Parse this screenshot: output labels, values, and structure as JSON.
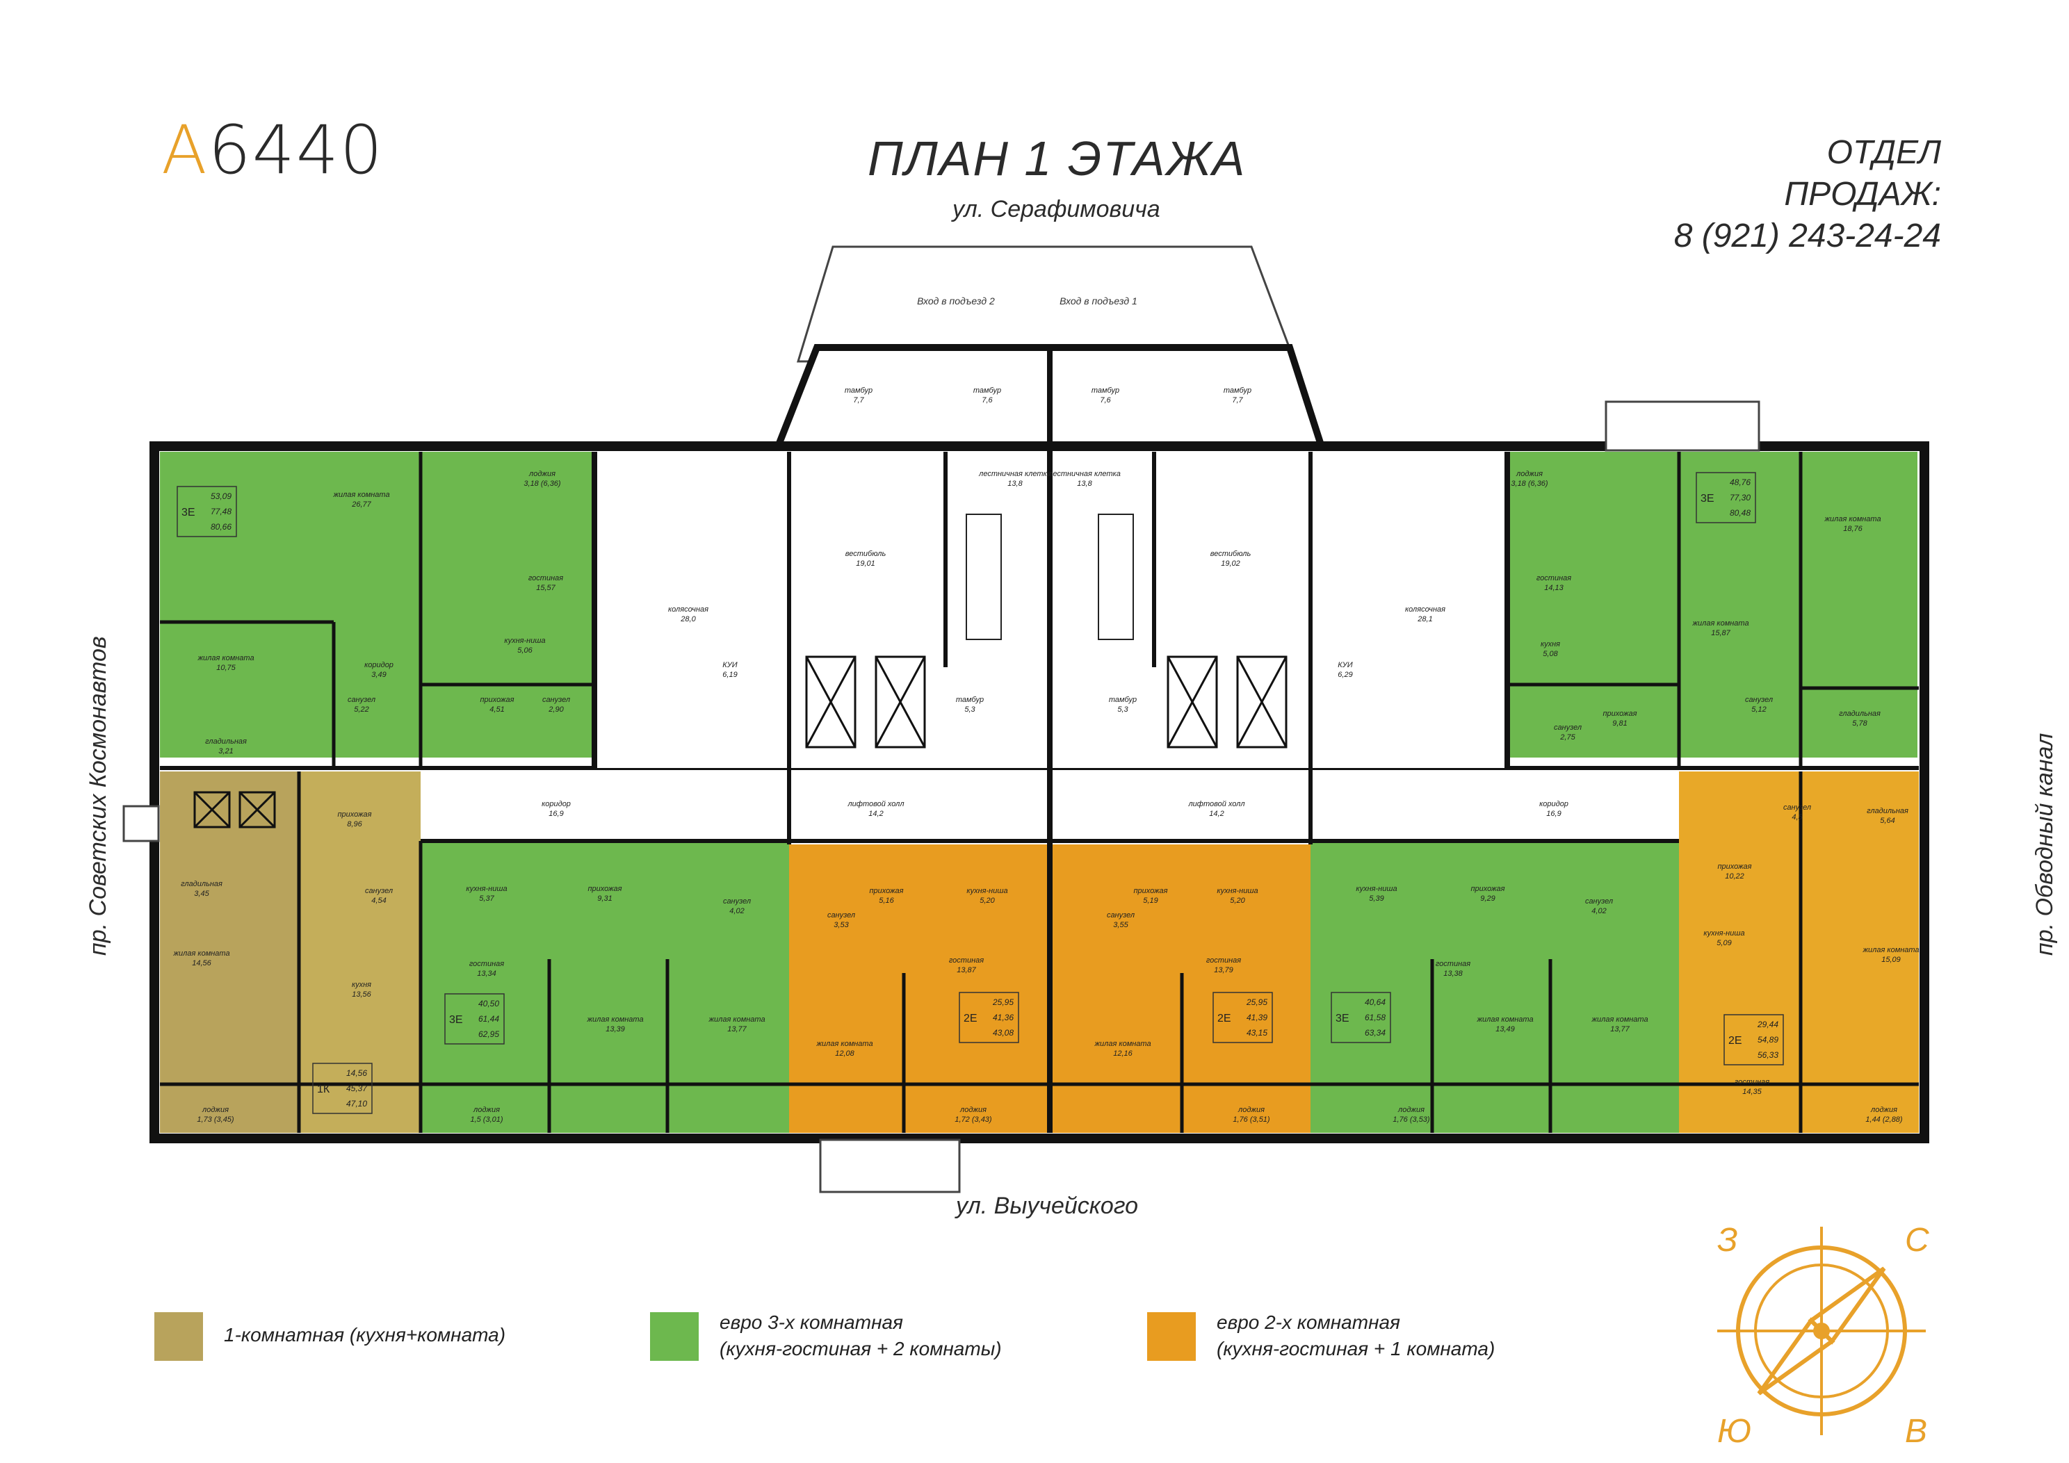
{
  "logo": {
    "letter": "А",
    "number": "6440"
  },
  "title": "ПЛАН 1 ЭТАЖА",
  "sales": {
    "label": "ОТДЕЛ ПРОДАЖ:",
    "phone": "8 (921) 243-24-24"
  },
  "streets": {
    "top": "ул. Серафимовича",
    "bottom": "ул. Выучейского",
    "left": "пр. Советских Космонавтов",
    "right": "пр. Обводный канал"
  },
  "entrances": [
    "Вход в подъезд 2",
    "Вход в подъезд 1"
  ],
  "compass": {
    "n": "С",
    "s": "Ю",
    "w": "З",
    "e": "В"
  },
  "colors": {
    "one_room": "#B8A35C",
    "euro3": "#6DB84E",
    "euro2": "#E89C20",
    "wall": "#111111"
  },
  "legend": [
    {
      "color": "#B8A35C",
      "line1": "1-комнатная (кухня+комната)",
      "line2": ""
    },
    {
      "color": "#6DB84E",
      "line1": "евро 3-х комнатная",
      "line2": "(кухня-гостиная + 2 комнаты)"
    },
    {
      "color": "#E89C20",
      "line1": "евро 2-х комнатная",
      "line2": "(кухня-гостиная + 1 комната)"
    }
  ],
  "rooms": [
    {
      "name": "жилая комната",
      "area": "26,77"
    },
    {
      "name": "лоджия",
      "area": "3,18 (6,36)"
    },
    {
      "name": "гостиная",
      "area": "15,57"
    },
    {
      "name": "кухня-ниша",
      "area": "5,06"
    },
    {
      "name": "жилая комната",
      "area": "10,75"
    },
    {
      "name": "коридор",
      "area": "3,49"
    },
    {
      "name": "санузел",
      "area": "5,22"
    },
    {
      "name": "прихожая",
      "area": "4,51"
    },
    {
      "name": "санузел",
      "area": "2,90"
    },
    {
      "name": "гладильная",
      "area": "3,21"
    },
    {
      "name": "колясочная",
      "area": "28,0"
    },
    {
      "name": "вестибюль",
      "area": "19,01"
    },
    {
      "name": "КУИ",
      "area": "6,19"
    },
    {
      "name": "тамбур",
      "area": "7,7"
    },
    {
      "name": "тамбур",
      "area": "7,6"
    },
    {
      "name": "лестничная клетка",
      "area": "13,8"
    },
    {
      "name": "тамбур",
      "area": "5,3"
    },
    {
      "name": "тамбур",
      "area": "7,6"
    },
    {
      "name": "тамбур",
      "area": "7,7"
    },
    {
      "name": "лестничная клетка",
      "area": "13,8"
    },
    {
      "name": "тамбур",
      "area": "5,3"
    },
    {
      "name": "вестибюль",
      "area": "19,02"
    },
    {
      "name": "КУИ",
      "area": "6,29"
    },
    {
      "name": "колясочная",
      "area": "28,1"
    },
    {
      "name": "лоджия",
      "area": "3,18 (6,36)"
    },
    {
      "name": "гостиная",
      "area": "14,13"
    },
    {
      "name": "кухня",
      "area": "5,08"
    },
    {
      "name": "санузел",
      "area": "2,75"
    },
    {
      "name": "прихожая",
      "area": "9,81"
    },
    {
      "name": "жилая комната",
      "area": "15,87"
    },
    {
      "name": "жилая комната",
      "area": "18,76"
    },
    {
      "name": "санузел",
      "area": "5,12"
    },
    {
      "name": "гладильная",
      "area": "5,78"
    },
    {
      "name": "прихожая",
      "area": "8,96"
    },
    {
      "name": "гладильная",
      "area": "3,45"
    },
    {
      "name": "жилая комната",
      "area": "14,56"
    },
    {
      "name": "санузел",
      "area": "4,54"
    },
    {
      "name": "кухня",
      "area": "13,56"
    },
    {
      "name": "лоджия",
      "area": "1,73 (3,45)"
    },
    {
      "name": "коридор",
      "area": "16,9"
    },
    {
      "name": "кухня-ниша",
      "area": "5,37"
    },
    {
      "name": "прихожая",
      "area": "9,31"
    },
    {
      "name": "санузел",
      "area": "4,02"
    },
    {
      "name": "гостиная",
      "area": "13,34"
    },
    {
      "name": "жилая комната",
      "area": "13,39"
    },
    {
      "name": "жилая комната",
      "area": "13,77"
    },
    {
      "name": "лоджия",
      "area": "1,5 (3,01)"
    },
    {
      "name": "лифтовой холл",
      "area": "14,2"
    },
    {
      "name": "прихожая",
      "area": "5,16"
    },
    {
      "name": "кухня-ниша",
      "area": "5,20"
    },
    {
      "name": "санузел",
      "area": "3,53"
    },
    {
      "name": "гостиная",
      "area": "13,87"
    },
    {
      "name": "жилая комната",
      "area": "12,08"
    },
    {
      "name": "лоджия",
      "area": "1,72 (3,43)"
    },
    {
      "name": "прихожая",
      "area": "5,19"
    },
    {
      "name": "кухня-ниша",
      "area": "5,20"
    },
    {
      "name": "санузел",
      "area": "3,55"
    },
    {
      "name": "гостиная",
      "area": "13,79"
    },
    {
      "name": "жилая комната",
      "area": "12,16"
    },
    {
      "name": "лоджия",
      "area": "1,76 (3,51)"
    },
    {
      "name": "лифтовой холл",
      "area": "14,2"
    },
    {
      "name": "кухня-ниша",
      "area": "5,39"
    },
    {
      "name": "прихожая",
      "area": "9,29"
    },
    {
      "name": "санузел",
      "area": "4,02"
    },
    {
      "name": "гостиная",
      "area": "13,38"
    },
    {
      "name": "жилая комната",
      "area": "13,49"
    },
    {
      "name": "жилая комната",
      "area": "13,77"
    },
    {
      "name": "лоджия",
      "area": "1,76 (3,53)"
    },
    {
      "name": "коридор",
      "area": "16,9"
    },
    {
      "name": "санузел",
      "area": "4,5"
    },
    {
      "name": "гладильная",
      "area": "5,64"
    },
    {
      "name": "прихожая",
      "area": "10,22"
    },
    {
      "name": "кухня-ниша",
      "area": "5,09"
    },
    {
      "name": "жилая комната",
      "area": "15,09"
    },
    {
      "name": "гостиная",
      "area": "14,35"
    },
    {
      "name": "лоджия",
      "area": "1,44 (2,88)"
    }
  ],
  "apt_badges": [
    {
      "type": "3Е",
      "a": "53,09",
      "b": "77,48",
      "c": "80,66"
    },
    {
      "type": "3Е",
      "a": "48,76",
      "b": "77,30",
      "c": "80,48"
    },
    {
      "type": "1К",
      "a": "14,56",
      "b": "45,37",
      "c": "47,10"
    },
    {
      "type": "3Е",
      "a": "40,50",
      "b": "61,44",
      "c": "62,95"
    },
    {
      "type": "2Е",
      "a": "25,95",
      "b": "41,36",
      "c": "43,08"
    },
    {
      "type": "2Е",
      "a": "25,95",
      "b": "41,39",
      "c": "43,15"
    },
    {
      "type": "3Е",
      "a": "40,64",
      "b": "61,58",
      "c": "63,34"
    },
    {
      "type": "2Е",
      "a": "29,44",
      "b": "54,89",
      "c": "56,33"
    }
  ]
}
